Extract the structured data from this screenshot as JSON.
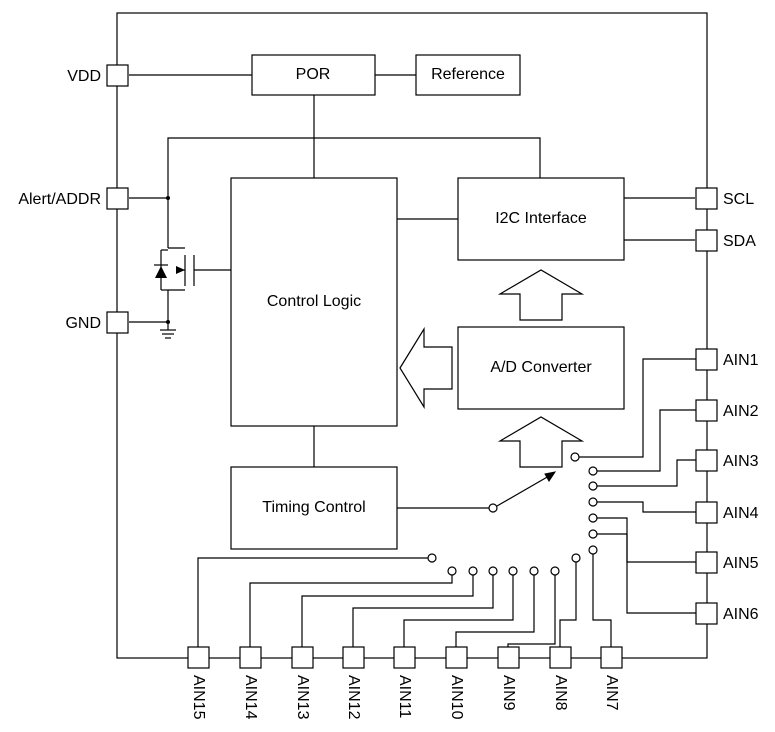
{
  "blocks": {
    "por": "POR",
    "reference": "Reference",
    "control_logic": "Control Logic",
    "i2c_interface": "I2C Interface",
    "ad_converter": "A/D Converter",
    "timing_control": "Timing Control"
  },
  "pins_left": [
    "VDD",
    "Alert/ADDR",
    "GND"
  ],
  "pins_right_top": [
    "SCL",
    "SDA"
  ],
  "pins_right_ain": [
    "AIN1",
    "AIN2",
    "AIN3",
    "AIN4",
    "AIN5",
    "AIN6"
  ],
  "pins_bottom": [
    "AIN15",
    "AIN14",
    "AIN13",
    "AIN12",
    "AIN11",
    "AIN10",
    "AIN9",
    "AIN8",
    "AIN7"
  ]
}
